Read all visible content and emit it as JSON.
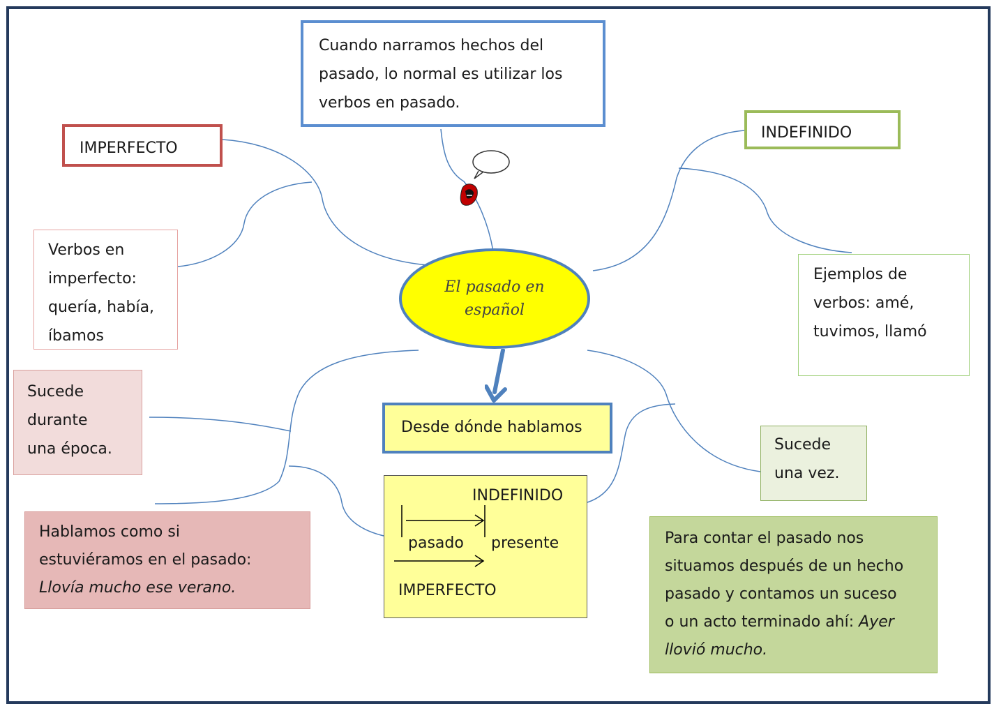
{
  "colors": {
    "frame": "#243a5c",
    "connector": "#4f81bd",
    "center_fill": "#ffff00",
    "center_stroke": "#4f81bd",
    "imperfecto_border": "#c0504d",
    "indefinido_border": "#9bbb59",
    "intro_border": "#5b8ed0",
    "timeline_fill": "#ffff99",
    "para_contar_fill": "#c4d79b",
    "hablamos_fill": "#e6b8b7"
  },
  "icons": {
    "speech": "mouth-speech-bubble-icon",
    "arrow": "down-arrow-icon"
  },
  "center": {
    "lines": [
      "El pasado en",
      "español"
    ]
  },
  "intro": {
    "lines": [
      "Cuando narramos hechos del",
      "pasado, lo normal es utilizar los",
      "verbos en pasado."
    ]
  },
  "imperfecto": {
    "label": "IMPERFECTO"
  },
  "indefinido": {
    "label": "INDEFINIDO"
  },
  "verbos_imperfecto": {
    "lines": [
      "Verbos en",
      "imperfecto:",
      "quería, había,",
      "íbamos"
    ]
  },
  "ejemplos_indefinido": {
    "lines": [
      "Ejemplos de",
      "verbos: amé,",
      "tuvimos, llamó"
    ]
  },
  "sucede_epoca": {
    "lines": [
      "Sucede",
      "durante",
      "una época."
    ]
  },
  "desde": {
    "label": "Desde dónde hablamos"
  },
  "sucede_vez": {
    "lines": [
      "Sucede",
      "una vez."
    ]
  },
  "hablamos": {
    "lines": [
      "Hablamos como si",
      "estuviéramos en el pasado:"
    ],
    "example": "Llovía mucho ese verano."
  },
  "timeline": {
    "indefinido": "INDEFINIDO",
    "pasado": "pasado",
    "presente": "presente",
    "imperfecto": "IMPERFECTO"
  },
  "para_contar": {
    "lines": [
      "Para contar el pasado nos",
      "situamos después de un hecho",
      "pasado y contamos un suceso"
    ],
    "last_prefix": "o un acto terminado ahí: ",
    "example_start": "Ayer",
    "example_end": "llovió mucho."
  }
}
